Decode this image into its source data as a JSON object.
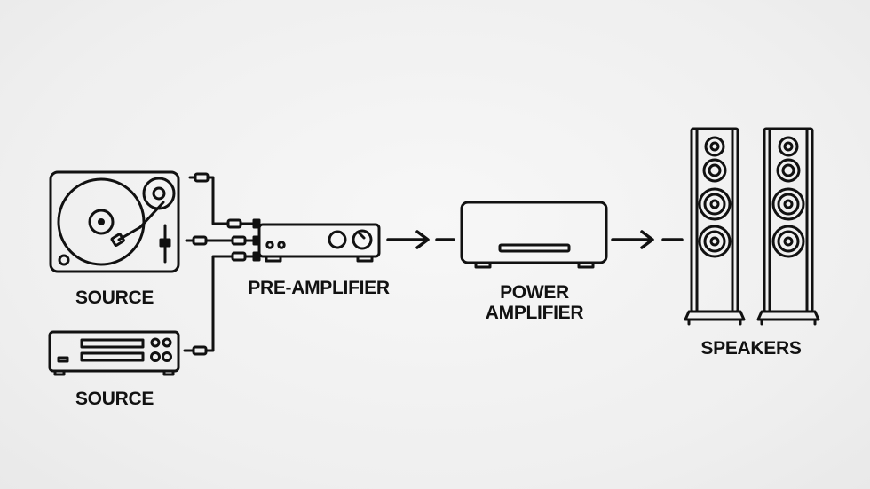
{
  "labels": {
    "source_1": "SOURCE",
    "source_2": "SOURCE",
    "pre_amplifier": "PRE-AMPLIFIER",
    "power_amplifier_line1": "POWER",
    "power_amplifier_line2": "AMPLIFIER",
    "speakers": "SPEAKERS"
  },
  "colors": {
    "stroke": "#111111",
    "background": "#f2f2f2"
  },
  "icons": [
    "turntable-icon",
    "cd-player-icon",
    "pre-amplifier-icon",
    "power-amplifier-icon",
    "speaker-icon"
  ]
}
